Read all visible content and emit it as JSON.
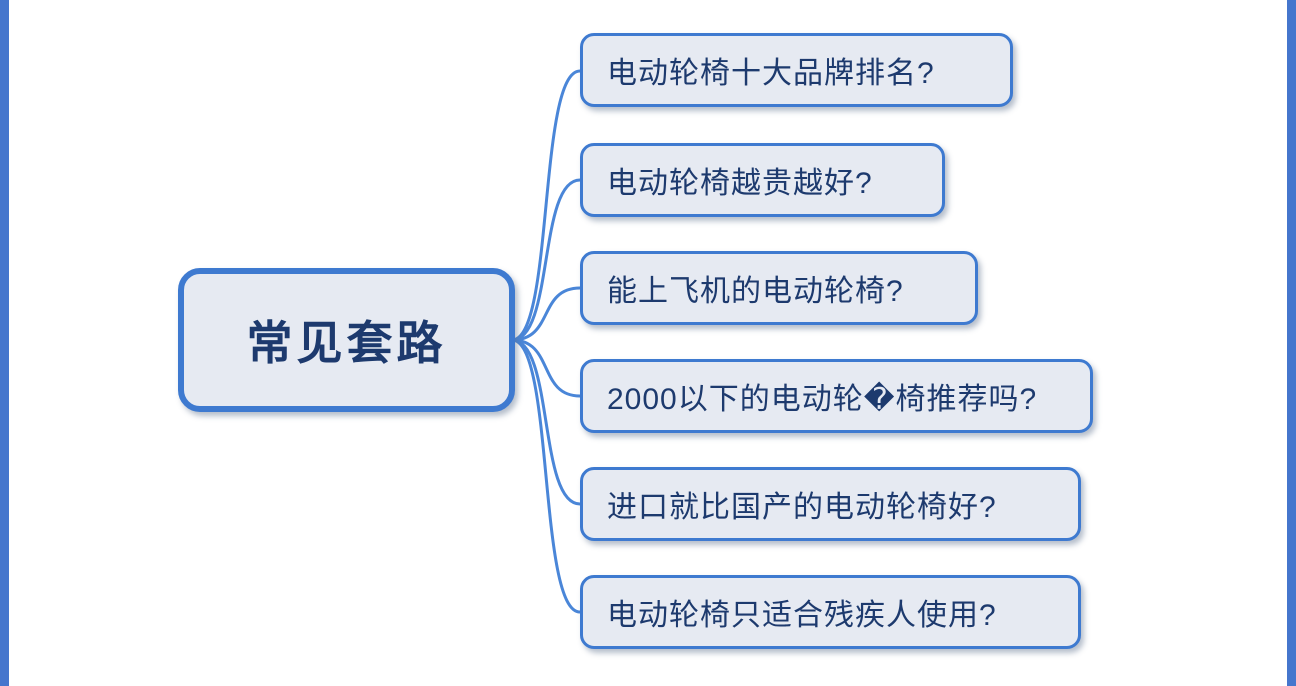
{
  "diagram": {
    "type": "mindmap",
    "root": {
      "label": "常见套路"
    },
    "children": [
      {
        "label": "电动轮椅十大品牌排名?"
      },
      {
        "label": "电动轮椅越贵越好?"
      },
      {
        "label": "能上飞机的电动轮椅?"
      },
      {
        "label": "2000以下的电动轮�椅推荐吗?"
      },
      {
        "label": "进口就比国产的电动轮椅好?"
      },
      {
        "label": "电动轮椅只适合残疾人使用?"
      }
    ],
    "colors": {
      "node_border": "#3e7ad0",
      "node_fill": "#e6eaf2",
      "text": "#1d3a6e",
      "connector": "#4a86d8",
      "edge_bar": "#4576cd",
      "background": "#ffffff"
    }
  }
}
